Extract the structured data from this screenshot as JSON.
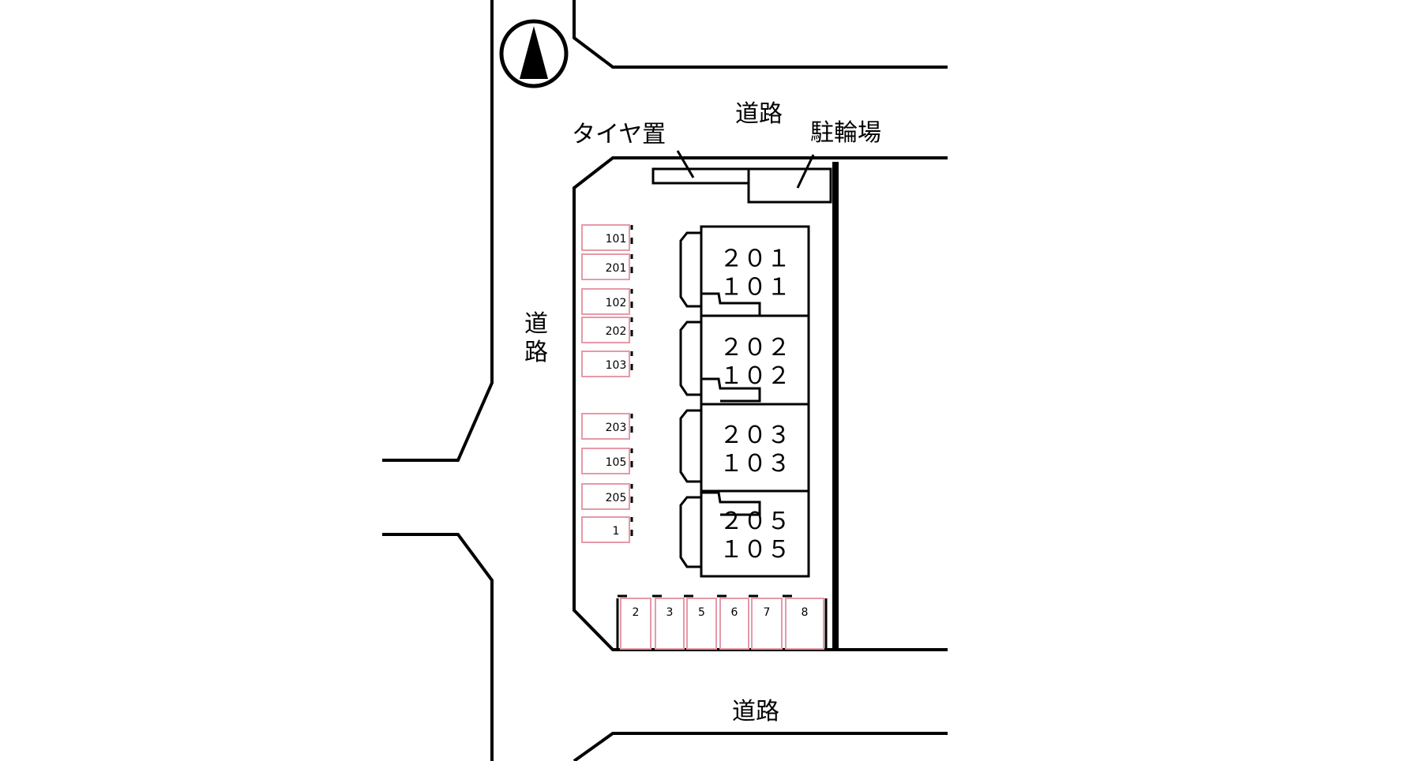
{
  "roads": {
    "north_label": "道路",
    "west_label": "道路",
    "south_label": "道路"
  },
  "facilities": {
    "tire_storage": "タイヤ置",
    "bicycle_parking": "駐輪場"
  },
  "compass": {
    "icon": "north-arrow-icon"
  },
  "buildings": [
    {
      "upper": "２０１",
      "lower": "１０１"
    },
    {
      "upper": "２０２",
      "lower": "１０２"
    },
    {
      "upper": "２０３",
      "lower": "１０３"
    },
    {
      "upper": "２０５",
      "lower": "１０５"
    }
  ],
  "parking_west": [
    "101",
    "201",
    "102",
    "202",
    "103",
    "203",
    "105",
    "205",
    "1"
  ],
  "parking_south": [
    "2",
    "3",
    "5",
    "6",
    "7",
    "8"
  ],
  "colors": {
    "line": "#000000",
    "parking_outline": "#e59aa8",
    "background": "#ffffff"
  }
}
